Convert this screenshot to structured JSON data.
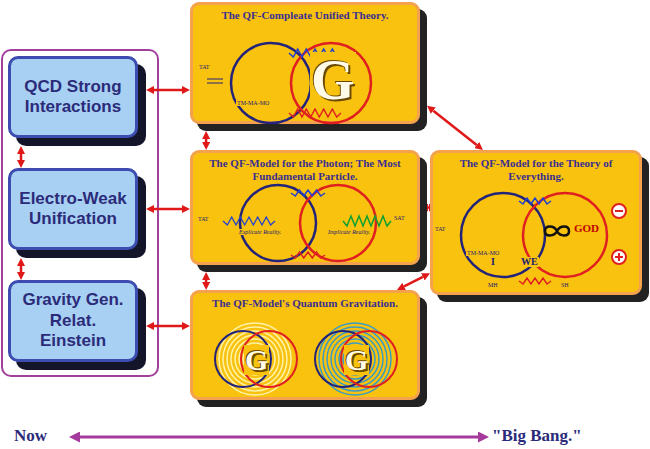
{
  "diagram": {
    "nodes": [
      {
        "text": [
          "QCD Strong Interactions"
        ]
      },
      {
        "text": [
          "Electro-Weak Unification"
        ]
      },
      {
        "text": [
          "Gravity Gen. Relat. Einstein"
        ]
      },
      {
        "text": [
          "The QF-Compleate Unified Theory."
        ]
      },
      {
        "text": [
          "The QF-Model for the Photon; The Most Fundamental Particle."
        ]
      },
      {
        "text": [
          "The QF-Model's Quantum Gravitation."
        ]
      },
      {
        "text": [
          "The QF-Model for the Theory of Everything."
        ]
      }
    ],
    "edges": [
      {
        "from": 0,
        "to": 3,
        "arrow": "both"
      },
      {
        "from": 0,
        "to": 1,
        "arrow": "both"
      },
      {
        "from": 1,
        "to": 2,
        "arrow": "both"
      },
      {
        "from": 1,
        "to": 4,
        "arrow": "both"
      },
      {
        "from": 2,
        "to": 5,
        "arrow": "both"
      },
      {
        "from": 3,
        "to": 4,
        "arrow": "both"
      },
      {
        "from": 4,
        "to": 5,
        "arrow": "both"
      },
      {
        "from": 3,
        "to": 6,
        "arrow": "both"
      },
      {
        "from": 4,
        "to": 6,
        "arrow": "both"
      },
      {
        "from": 5,
        "to": 6,
        "arrow": "both"
      }
    ],
    "labels": [
      "TAT",
      "TM-MA-MO",
      "G",
      "TAT",
      "Explicate Reality.",
      "Implicate Reality.",
      "SAT",
      "G",
      "G",
      "TAT",
      "TM-MA-MO",
      "I",
      "WE",
      "GOD",
      "MH",
      "SH",
      "Now",
      "\"Big Bang.\""
    ]
  }
}
